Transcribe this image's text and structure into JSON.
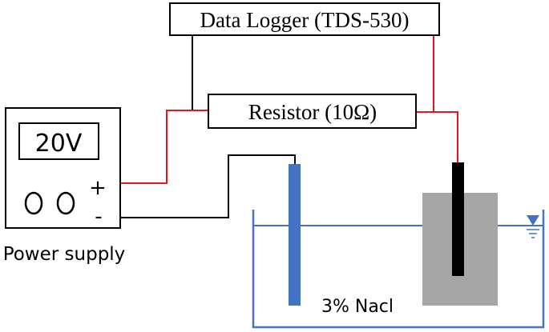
{
  "diagram": {
    "data_logger_label": "Data Logger (TDS-530)",
    "resistor_label": "Resistor (10Ω)",
    "power_supply": {
      "display": "20V",
      "plus": "+",
      "minus": "-",
      "label": "Power supply"
    },
    "tank": {
      "solution_label": "3% Nacl",
      "water_level_symbol": "▽"
    },
    "colors": {
      "wire_black": "#000000",
      "wire_red": "#e8141c",
      "electrode_blue": "#4472c4",
      "tank_blue": "#4472c4",
      "specimen_gray": "#a6a6a6",
      "specimen_rod": "#000000"
    }
  }
}
